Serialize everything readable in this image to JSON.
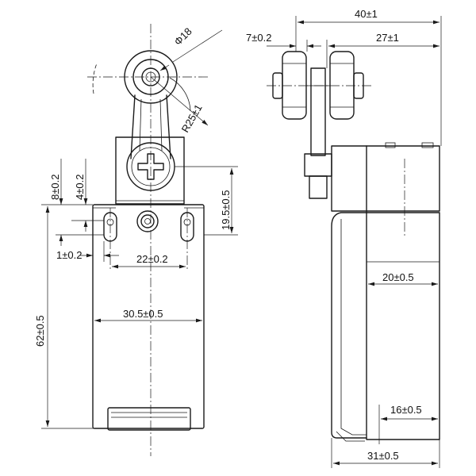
{
  "front_view": {
    "roller_diameter": "Φ18",
    "arm_radius": "R25±1",
    "dim_top_8": "8±0.2",
    "dim_top_4": "4±0.2",
    "dim_shaft_19_5": "19.5±0.5",
    "dim_edge_1": "1±0.2",
    "dim_holes_22": "22±0.2",
    "dim_width_30_5": "30.5±0.5",
    "dim_height_62": "62±0.5"
  },
  "side_view": {
    "dim_overall_40": "40±1",
    "dim_roller_7": "7±0.2",
    "dim_roller_27": "27±1",
    "dim_body_20": "20±0.5",
    "dim_bottom_16": "16±0.5",
    "dim_base_31": "31±0.5"
  }
}
